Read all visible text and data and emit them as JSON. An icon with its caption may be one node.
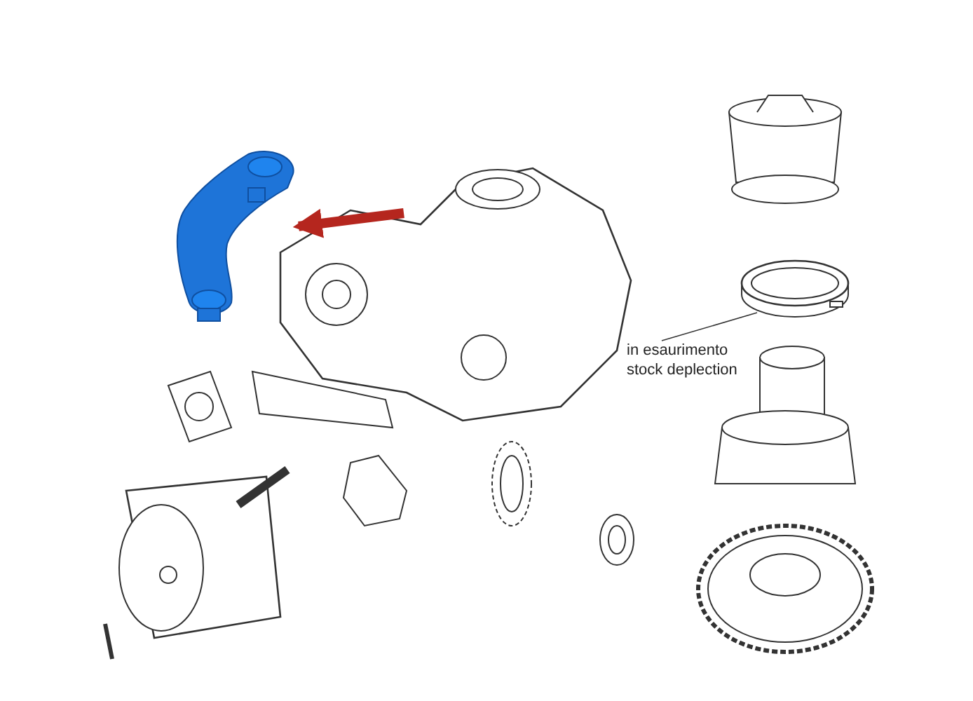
{
  "diagram": {
    "nodes": [
      {
        "text": [
          "in esaurimento stock deplection"
        ]
      },
      {
        "text": [],
        "shape": "picture"
      },
      {
        "text": [],
        "shape": "picture"
      }
    ],
    "edges": [
      {
        "from": 0,
        "to": 2,
        "arrow": "none"
      },
      {
        "from": null,
        "to": 1,
        "arrow": "to",
        "style": "thick",
        "color": "#b5261e"
      }
    ]
  }
}
